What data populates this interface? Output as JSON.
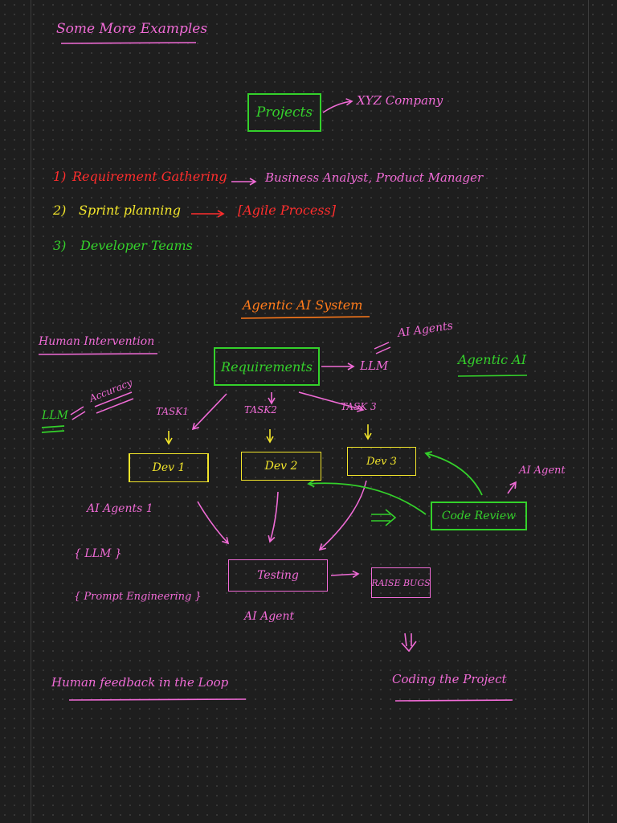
{
  "colors": {
    "pink": "#f06bd6",
    "green": "#34d12b",
    "red": "#ff2d2d",
    "yellow": "#f2e52b",
    "orange": "#ff7a1a",
    "background": "#1e1e1e"
  },
  "heading": "Some More Examples",
  "projects": {
    "label": "Projects",
    "company": "XYZ Company"
  },
  "list": [
    {
      "num": "1)",
      "text": "Requirement Gathering",
      "target": "Business Analyst, Product Manager"
    },
    {
      "num": "2)",
      "text": "Sprint planning",
      "target": "[Agile Process]"
    },
    {
      "num": "3)",
      "text": "Developer Teams"
    }
  ],
  "system_title": "Agentic AI System",
  "human_intervention": "Human Intervention",
  "ai_agents_note": "AI Agents",
  "llm_right": "LLM",
  "agentic_ai": "Agentic AI",
  "llm_left": "LLM",
  "accuracy": "Accuracy",
  "requirements": "Requirements",
  "tasks": [
    "TASK1",
    "TASK2",
    "TASK 3"
  ],
  "devs": [
    "Dev 1",
    "Dev 2",
    "Dev 3"
  ],
  "code_review": "Code Review",
  "ai_agent_side": "AI Agent",
  "ai_agents_1": "AI Agents 1",
  "llm_brace": "{ LLM }",
  "prompt_engineering": "{ Prompt Engineering }",
  "testing": "Testing",
  "raise_bugs": "RAISE BUGS",
  "ai_agent_bottom": "AI Agent",
  "human_feedback": "Human feedback in the Loop",
  "coding_project": "Coding the Project"
}
